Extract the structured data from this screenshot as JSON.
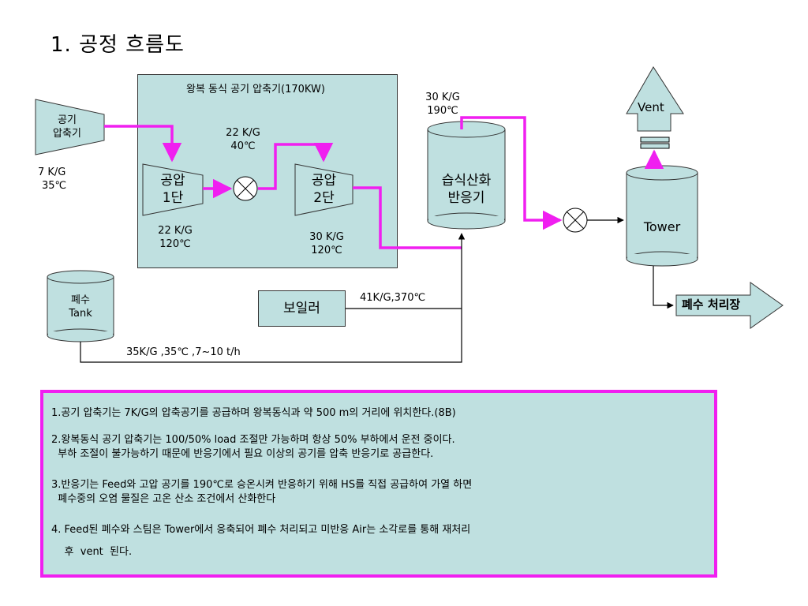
{
  "title": "1. 공정 흐름도",
  "diagram": {
    "compressor_area_label": "왕복 동식 공기 압축기(170KW)",
    "air_compressor": [
      "공기",
      "압축기"
    ],
    "inlet_condition": [
      "7 K/G",
      "35℃"
    ],
    "stage1": [
      "공압",
      "1단"
    ],
    "stage1_condition": [
      "22 K/G",
      "120℃"
    ],
    "mid_condition": [
      "22 K/G",
      "40℃"
    ],
    "stage2": [
      "공압",
      "2단"
    ],
    "stage2_condition": [
      "30 K/G",
      "120℃"
    ],
    "reactor_condition": [
      "30 K/G",
      "190℃"
    ],
    "reactor": [
      "습식산화",
      "반응기"
    ],
    "vent": "Vent",
    "tower": "Tower",
    "wastewater_treatment": "폐수 처리장",
    "boiler": "보일러",
    "boiler_condition": "41K/G,370℃",
    "wastewater_tank": [
      "폐수",
      "Tank"
    ],
    "feed_condition": "35K/G ,35℃ ,7~10 t/h",
    "colors": {
      "magenta": "#f01ff0",
      "box_fill": "#bfe0e0",
      "line": "#000000"
    }
  },
  "notes": [
    "1.공기 압축기는 7K/G의 압축공기를 공급하며 왕복동식과 약 500 m의 거리에 위치한다.(8B)",
    "2.왕복동식 공기 압축기는 100/50% load 조절만 가능하며 항상 50% 부하에서 운전 중이다.",
    "  부하 조절이 불가능하기 때문에 반응기에서 필요 이상의 공기를 압축 반응기로 공급한다.",
    "3.반응기는 Feed와 고압 공기를 190℃로 승온시켜 반응하기 위해 HS를 직접 공급하여 가열 하면",
    "  폐수중의 오염 물질은 고온 산소 조건에서 산화한다",
    "4. Feed된 폐수와 스팀은 Tower에서 응축되어 폐수 처리되고 미반응 Air는 소각로를 통해 재처리",
    "    후  vent  된다."
  ]
}
